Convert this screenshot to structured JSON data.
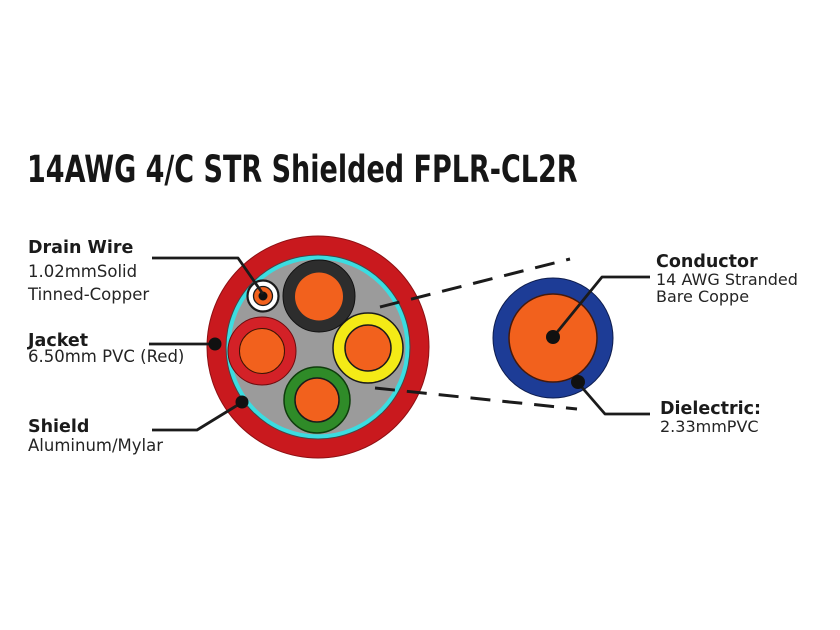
{
  "title": "14AWG 4/C STR Shielded FPLR-CL2R",
  "labels": {
    "drain_wire": {
      "heading": "Drain Wire",
      "line1": "1.02mmSolid",
      "line2": "Tinned-Copper"
    },
    "jacket": {
      "heading": "Jacket",
      "line1": "6.50mm PVC (Red)"
    },
    "shield": {
      "heading": "Shield",
      "line1": "Aluminum/Mylar"
    },
    "conductor": {
      "heading": "Conductor",
      "line1": "14 AWG Stranded",
      "line2": "Bare Coppe"
    },
    "dielectric": {
      "heading": "Dielectric:",
      "line1": "2.33mmPVC"
    }
  },
  "colors": {
    "background": "#ffffff",
    "jacket_red": "#c9191e",
    "filler_gray": "#9b9b9b",
    "shield_cyan": "#3bdde1",
    "shield_edge_dark": "#474747",
    "insulation_black": "#2d2d2d",
    "insulation_yellow": "#f4ea16",
    "insulation_red": "#d32127",
    "insulation_green": "#2f8b28",
    "conductor_orange": "#f2611d",
    "dielectric_blue": "#1d3c96",
    "drain_white": "#ffffff",
    "line_black": "#1b1b1b"
  }
}
